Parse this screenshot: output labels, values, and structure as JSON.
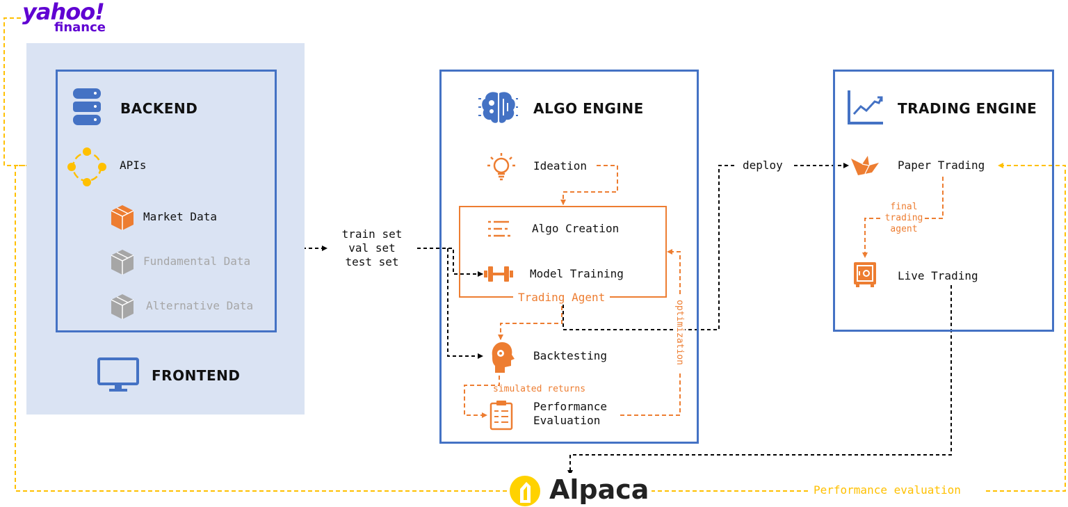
{
  "logos": {
    "yahoo_main": "yahoo!",
    "yahoo_sub": "finance",
    "alpaca": "Alpaca"
  },
  "backend": {
    "title": "BACKEND",
    "apis": "APIs",
    "market_data": "Market Data",
    "fundamental_data": "Fundamental Data",
    "alternative_data": "Alternative Data"
  },
  "frontend": {
    "title": "FRONTEND"
  },
  "datasets": [
    "train set",
    "val set",
    "test set"
  ],
  "algo_engine": {
    "title": "ALGO ENGINE",
    "ideation": "Ideation",
    "algo_creation": "Algo Creation",
    "model_training": "Model Training",
    "trading_agent": "Trading Agent",
    "backtesting": "Backtesting",
    "simulated_returns": "simulated returns",
    "performance_evaluation": [
      "Performance",
      "Evaluation"
    ],
    "optimization": "optimization"
  },
  "deploy": "deploy",
  "trading_engine": {
    "title": "TRADING ENGINE",
    "paper_trading": "Paper Trading",
    "final_agent": [
      "final",
      "trading",
      "agent"
    ],
    "live_trading": "Live Trading"
  },
  "bottom": {
    "performance_evaluation": "Performance evaluation"
  },
  "colors": {
    "blue": "#4472c4",
    "light_blue_panel": "#dae3f3",
    "orange": "#ed7d31",
    "yellow": "#ffc000",
    "grey": "#a6a6a6",
    "yahoo_purple": "#6001d2"
  },
  "icons": [
    "database-icon",
    "api-hub-icon",
    "package-icon",
    "monitor-icon",
    "brain-gear-icon",
    "lightbulb-icon",
    "list-icon",
    "dumbbell-icon",
    "head-icon",
    "clipboard-icon",
    "chart-line-icon",
    "origami-bird-icon",
    "safe-icon"
  ]
}
